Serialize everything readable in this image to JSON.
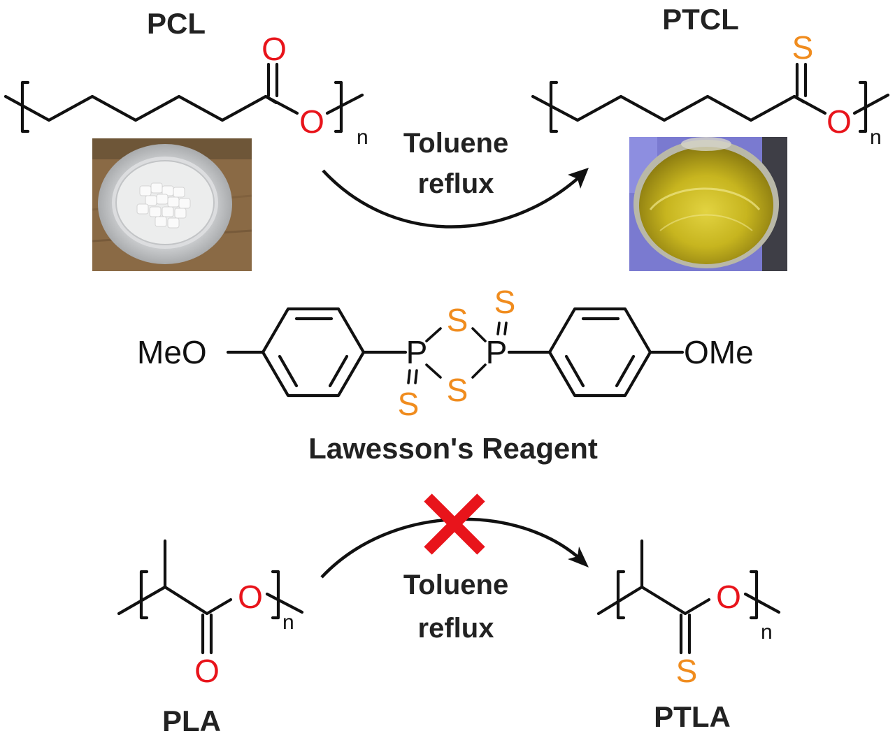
{
  "labels": {
    "pcl": "PCL",
    "ptcl": "PTCL",
    "pla": "PLA",
    "ptla": "PTLA",
    "reagent": "Lawesson's Reagent"
  },
  "conditions": {
    "top_line1": "Toluene",
    "top_line2": "reflux",
    "bottom_line1": "Toluene",
    "bottom_line2": "reflux"
  },
  "atoms": {
    "oxygen": "O",
    "sulfur": "S",
    "phosphorus": "P",
    "repeat": "n",
    "methoxy_left": "MeO",
    "methoxy_right": "OMe"
  },
  "colors": {
    "oxygen": "#e8141b",
    "sulfur": "#f08c1e",
    "cross": "#e8141b",
    "bond": "#111111"
  },
  "icons": {
    "no_reaction": "cross-mark-icon"
  }
}
